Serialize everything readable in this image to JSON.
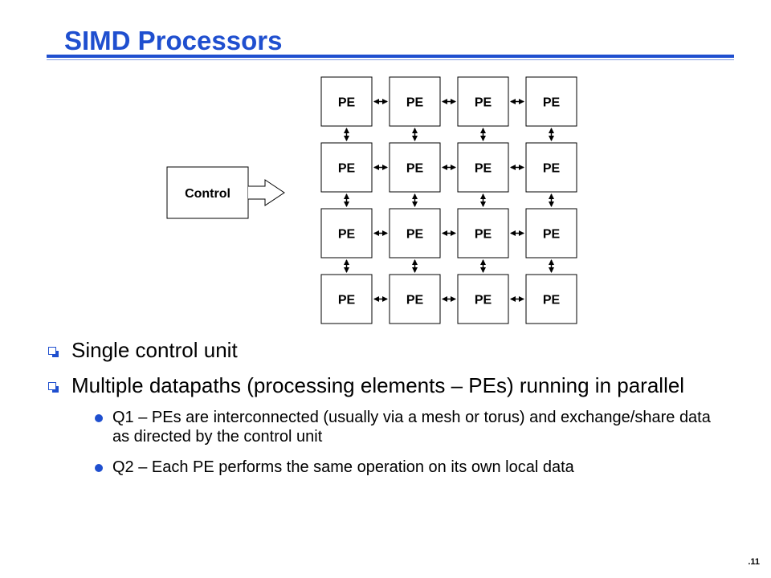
{
  "slide": {
    "title": "SIMD Processors",
    "page_number": ".11"
  },
  "diagram": {
    "control_label": "Control",
    "pe_label": "PE",
    "rows": 4,
    "cols": 4
  },
  "bullets": [
    {
      "text": "Single control unit",
      "subs": []
    },
    {
      "text": "Multiple datapaths (processing elements – PEs) running in parallel",
      "subs": [
        "Q1 – PEs are interconnected (usually via a mesh or torus) and exchange/share data as directed by the control unit",
        "Q2 – Each PE performs the same operation on its own local data"
      ]
    }
  ],
  "colors": {
    "accent": "#1f4fcf",
    "bullet_marker": "#1f4fcf"
  }
}
